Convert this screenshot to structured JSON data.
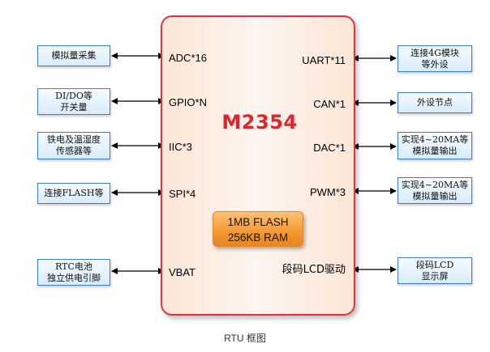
{
  "chip": {
    "title": "M2354",
    "memory": [
      "1MB FLASH",
      "256KB RAM"
    ],
    "left_pins": [
      "ADC*16",
      "GPIO*N",
      "IIC*3",
      "SPI*4",
      "VBAT"
    ],
    "right_pins": [
      "UART*11",
      "CAN*1",
      "DAC*1",
      "PWM*3",
      "段码LCD驱动"
    ]
  },
  "left_boxes": [
    [
      "模拟量采集"
    ],
    [
      "DI/DO等",
      "开关量"
    ],
    [
      "铁电及温湿度",
      "传感器等"
    ],
    [
      "连接FLASH等"
    ],
    [
      "RTC电池",
      "独立供电引脚"
    ]
  ],
  "right_boxes": [
    [
      "连接4G模块",
      "等外设"
    ],
    [
      "外设节点"
    ],
    [
      "实现4~20MA等",
      "模拟量输出"
    ],
    [
      "实现4~20MA等",
      "模拟量输出"
    ],
    [
      "段码LCD",
      "显示屏"
    ]
  ],
  "caption": "RTU 框图"
}
